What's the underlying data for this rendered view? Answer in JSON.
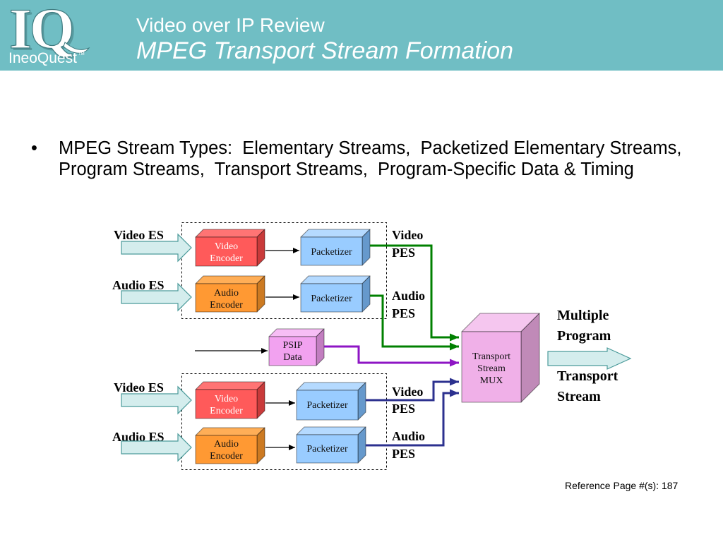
{
  "header": {
    "logo": {
      "mark": "IQ",
      "name": "IneoQuest",
      "tm": "TM"
    },
    "title": "Video over IP Review",
    "subtitle": "MPEG Transport Stream Formation"
  },
  "content": {
    "bullet": "•",
    "lines": [
      "MPEG Stream Types:  Elementary Streams,  Packetized Elementary Streams,",
      "Program Streams,  Transport Streams,  Program-Specific Data & Timing"
    ]
  },
  "diagram": {
    "program_1": {
      "video_in": "Video ES",
      "audio_in": "Audio ES",
      "video_encoder": [
        "Video",
        "Encoder"
      ],
      "audio_encoder": [
        "Audio",
        "Encoder"
      ],
      "video_packetizer": "Packetizer",
      "audio_packetizer": "Packetizer",
      "video_out": [
        "Video",
        "PES"
      ],
      "audio_out": [
        "Audio",
        "PES"
      ]
    },
    "program_2": {
      "video_in": "Video ES",
      "audio_in": "Audio ES",
      "video_encoder": [
        "Video",
        "Encoder"
      ],
      "audio_encoder": [
        "Audio",
        "Encoder"
      ],
      "video_packetizer": "Packetizer",
      "audio_packetizer": "Packetizer",
      "video_out": [
        "Video",
        "PES"
      ],
      "audio_out": [
        "Audio",
        "PES"
      ]
    },
    "psip": [
      "PSIP",
      "Data"
    ],
    "mux": [
      "Transport",
      "Stream",
      "MUX"
    ],
    "output_top": [
      "Multiple",
      "Program"
    ],
    "output_bottom": [
      "Transport",
      "Stream"
    ]
  },
  "footer": {
    "reference": "Reference Page #(s): 187"
  },
  "colors": {
    "header": "#70bec4",
    "video_encoder": {
      "front": "#ff5a5a",
      "top": "#ff7474",
      "side": "#c93a3a"
    },
    "audio_encoder": {
      "front": "#ff9933",
      "top": "#ffae57",
      "side": "#cc7a22"
    },
    "packetizer": {
      "front": "#99ccff",
      "top": "#b5daff",
      "side": "#6699cc"
    },
    "psip": {
      "front": "#f2a2f0",
      "top": "#f7bdf5",
      "side": "#c27ec0"
    },
    "mux": {
      "front": "#f0b0e8",
      "top": "#f5c6ef",
      "side": "#c08ab8"
    },
    "es_arrow": "#d4eded",
    "program_1_link": "#008000",
    "psip_link": "#8e15c4",
    "program_2_link": "#2c318f"
  }
}
